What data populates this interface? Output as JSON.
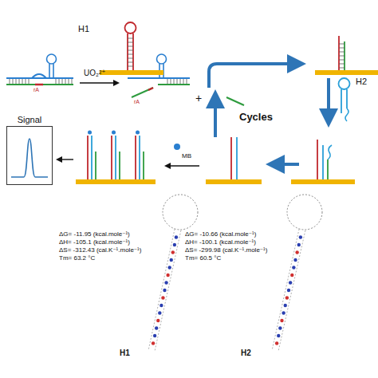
{
  "diagram": {
    "nodes": [
      {
        "text": [
          "Signal"
        ]
      }
    ],
    "labels": [
      "H1",
      "UO₂²⁺",
      "rA",
      "rA",
      "+",
      "Cycles",
      "H2",
      "MB",
      "ΔG= -11.95 (kcal.mole⁻¹)",
      "ΔH= -105.1 (kcal.mole⁻¹)",
      "ΔS= -312.43 (cal.K⁻¹.mole⁻¹)",
      "Tm= 63.2 °C",
      "ΔG= -10.66 (kcal.mole⁻¹)",
      "ΔH= -100.1 (kcal.mole⁻¹)",
      "ΔS= -299.98 (cal.K⁻¹.mole⁻¹)",
      "Tm= 60.5 °C",
      "H1",
      "H2"
    ]
  }
}
